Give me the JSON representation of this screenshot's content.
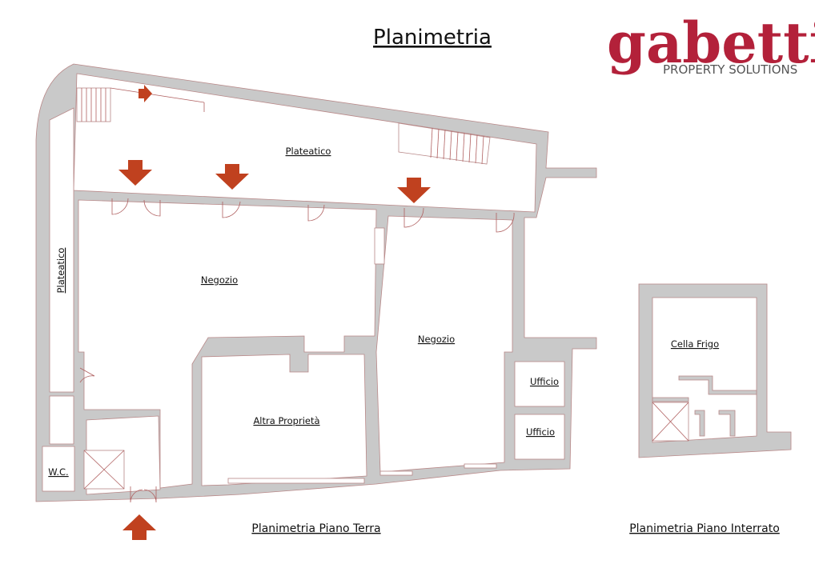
{
  "page_title": "Planimetria",
  "logo": {
    "wordmark": "gabetti",
    "tagline": "PROPERTY SOLUTIONS",
    "color": "#b3213a"
  },
  "captions": {
    "ground_floor": "Planimetria Piano Terra",
    "basement": "Planimetria Piano Interrato"
  },
  "rooms": {
    "plateatico_top": "Plateatico",
    "plateatico_side": "Plateatico",
    "negozio_left": "Negozio",
    "negozio_right": "Negozio",
    "altra_proprieta": "Altra Proprietà",
    "ufficio_1": "Ufficio",
    "ufficio_2": "Ufficio",
    "wc": "W.C.",
    "cella_frigo": "Cella Frigo"
  },
  "colors": {
    "arrow": "#c0411f",
    "wall": "#c9c9c9",
    "outline": "#b88888"
  },
  "icons": [
    "entrance-arrow-icon",
    "stairs-icon",
    "door-swing-icon"
  ]
}
